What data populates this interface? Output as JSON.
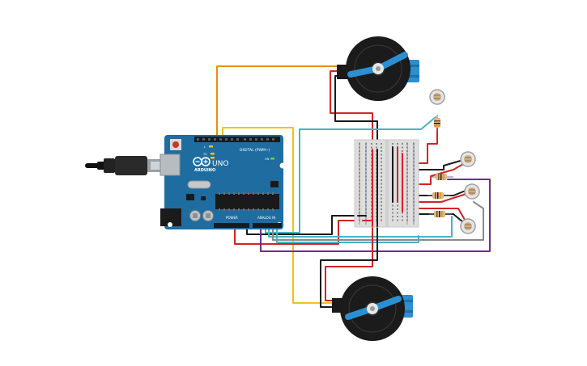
{
  "board": {
    "brand": "ARDUINO",
    "model": "UNO",
    "digital_header": "DIGITAL (PWM~)",
    "power_header": "POWER",
    "analog_header": "ANALOG IN",
    "led_tx": "TX",
    "led_rx": "RX",
    "led_on": "ON",
    "led_l": "L"
  },
  "colors": {
    "board": "#1f6da0",
    "wire_orange": "#e8900c",
    "wire_yellow": "#f2c21a",
    "wire_red": "#d42323",
    "wire_black": "#1a1a1a",
    "wire_cyan": "#45b4c4",
    "wire_purple": "#6a2f93",
    "wire_gray": "#8a8a8a",
    "servo_body": "#2b8fd1",
    "wheel": "#1b1b1b",
    "breadboard": "#dedede"
  },
  "components": [
    "arduino-uno",
    "usb-cable",
    "breadboard",
    "servo-top",
    "servo-bottom",
    "photoresistor-1",
    "photoresistor-2",
    "photoresistor-3",
    "photoresistor-4",
    "resistor-1",
    "resistor-2",
    "resistor-3",
    "resistor-4"
  ]
}
